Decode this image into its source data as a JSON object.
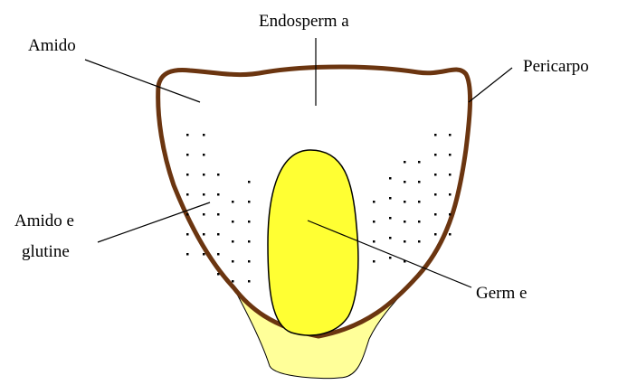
{
  "labels": {
    "endosperma": "Endosperm a",
    "amido": "Amido",
    "pericarpo": "Pericarpo",
    "amido_glutine_line1": "Amido e",
    "amido_glutine_line2": "glutine",
    "germe": "Germ e"
  },
  "colors": {
    "pericarp": "#6b3510",
    "germ": "#ffff33",
    "germ_outline": "#000000",
    "base_tissue": "#ffff99",
    "dots": "#000000",
    "leader_lines": "#000000"
  }
}
